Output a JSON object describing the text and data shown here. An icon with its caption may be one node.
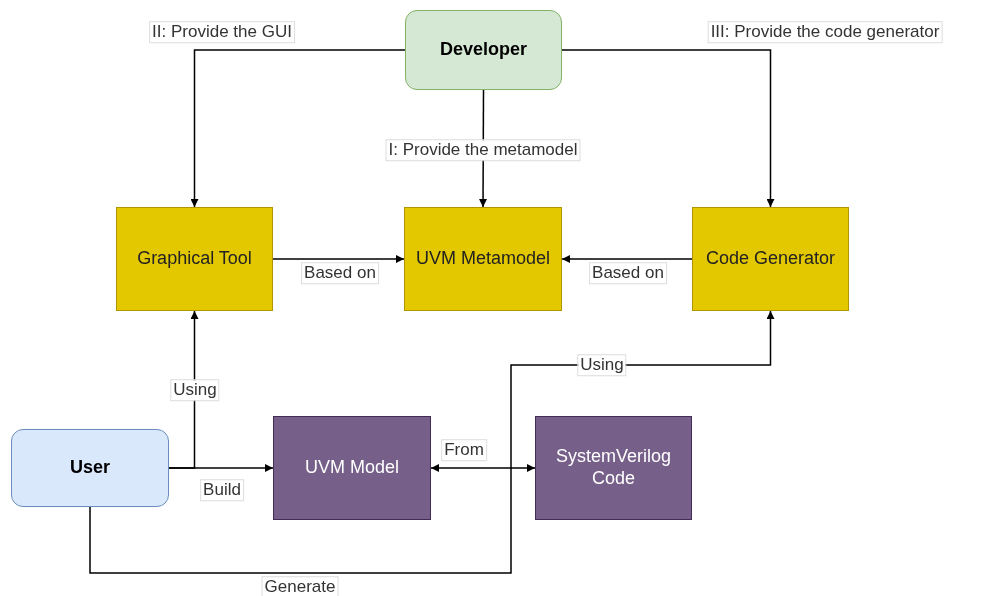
{
  "diagram": {
    "nodes": [
      {
        "text": [
          "Developer"
        ]
      },
      {
        "text": [
          "Graphical Tool"
        ]
      },
      {
        "text": [
          "UVM Metamodel"
        ]
      },
      {
        "text": [
          "Code Generator"
        ]
      },
      {
        "text": [
          "User"
        ]
      },
      {
        "text": [
          "UVM Model"
        ]
      },
      {
        "text": [
          "SystemVerilog Code"
        ]
      }
    ],
    "edges": [
      {
        "from": 0,
        "to": 1,
        "arrow": "to",
        "label": "II: Provide the GUI"
      },
      {
        "from": 0,
        "to": 2,
        "arrow": "to",
        "label": "I: Provide the metamodel"
      },
      {
        "from": 0,
        "to": 3,
        "arrow": "to",
        "label": "III: Provide the code generator"
      },
      {
        "from": 1,
        "to": 2,
        "arrow": "to",
        "label": "Based on"
      },
      {
        "from": 3,
        "to": 2,
        "arrow": "to",
        "label": "Based on"
      },
      {
        "from": 4,
        "to": 1,
        "arrow": "to",
        "label": "Using"
      },
      {
        "from": 4,
        "to": 5,
        "arrow": "to",
        "label": "Build"
      },
      {
        "from": 5,
        "to": 6,
        "arrow": "both",
        "label": "From"
      },
      {
        "from": 4,
        "to": 3,
        "arrow": "to",
        "label": "Generate"
      }
    ],
    "labels": [
      "Using"
    ]
  }
}
